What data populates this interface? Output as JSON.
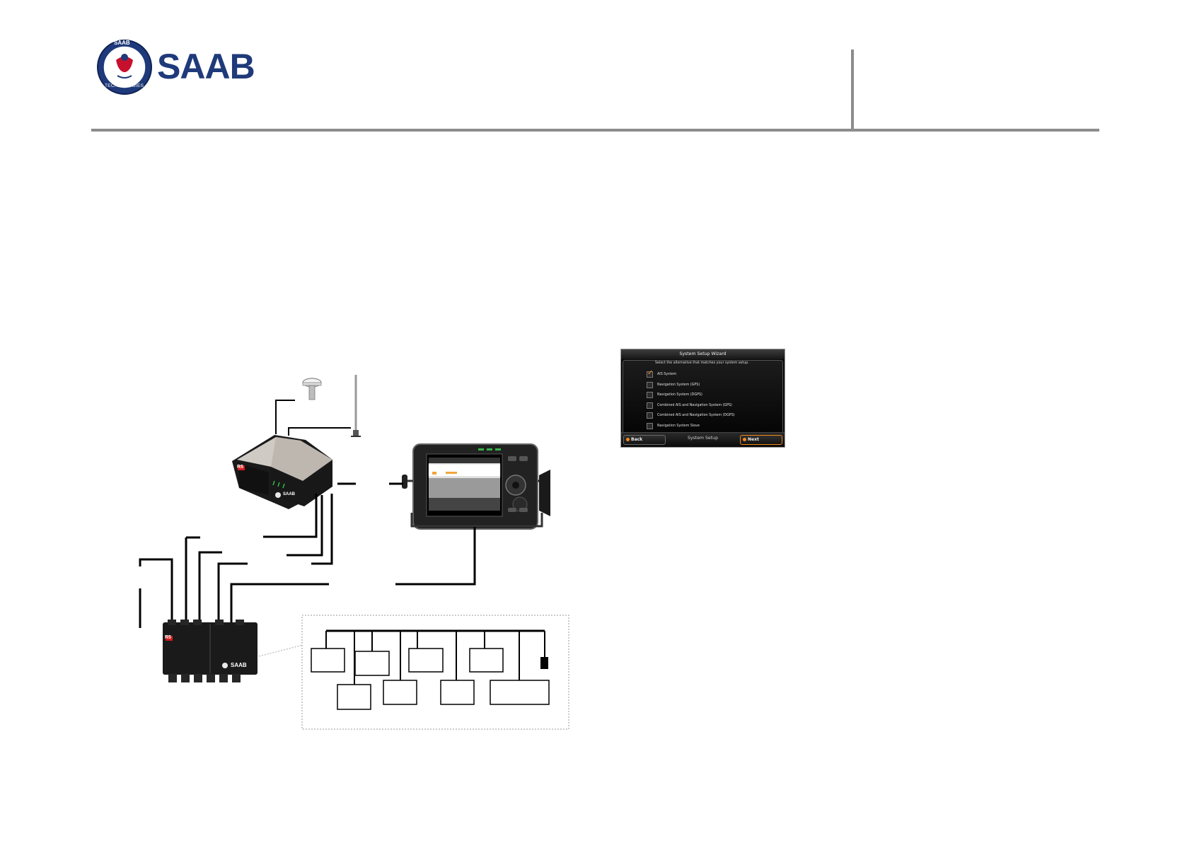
{
  "header": {
    "brand_name": "SAAB",
    "seal_top_text": "SAAB",
    "seal_bottom_text": "TECHNOLOGIES",
    "colors": {
      "seal_blue": "#1f3a7a",
      "wordmark_blue": "#1f3a7a",
      "seal_red": "#c8102e",
      "rule_gray": "#8c8c8c"
    }
  },
  "wizard": {
    "title": "System Setup Wizard",
    "instruction": "Select the alternative that matches your system setup.",
    "options": [
      {
        "label": "AIS System",
        "checked": true
      },
      {
        "label": "Navigation System (GPS)",
        "checked": false
      },
      {
        "label": "Navigation System (DGPS)",
        "checked": false
      },
      {
        "label": "Combined AIS and Navigation System (GPS)",
        "checked": false
      },
      {
        "label": "Combined AIS and Navigation System (DGPS)",
        "checked": false
      },
      {
        "label": "Navigation System Slave",
        "checked": false
      }
    ],
    "back_label": "Back",
    "footer_title": "System Setup",
    "next_label": "Next",
    "colors": {
      "accent": "#f28a1a"
    }
  },
  "diagram": {
    "transponder_badge": "R5",
    "transponder_brand": "SAAB",
    "junction_box_badge": "R5",
    "junction_box_brand": "SAAB",
    "colors": {
      "cable": "#000000",
      "device_red": "#d51d1d"
    },
    "icons": [
      "gnss-antenna-icon",
      "vhf-antenna-icon",
      "transponder-unit-icon",
      "control-display-unit-icon",
      "junction-box-icon",
      "network-bus-terminator-icon"
    ]
  }
}
